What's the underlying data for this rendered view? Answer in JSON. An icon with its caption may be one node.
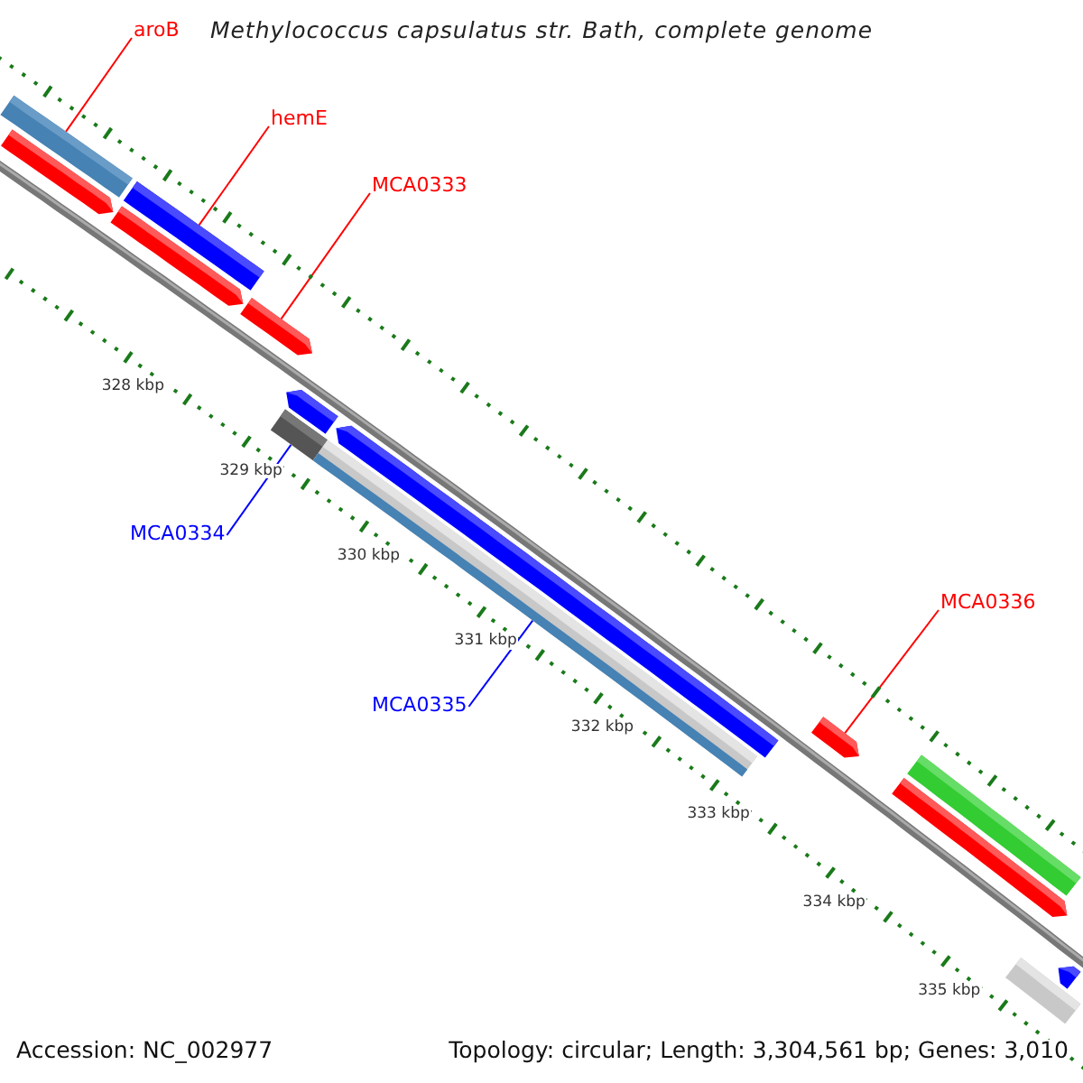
{
  "diagram": {
    "title": "Methylococcus capsulatus str. Bath, complete genome",
    "nodes": [
      {
        "text": [
          "aroB"
        ]
      },
      {
        "text": [
          "hemE"
        ]
      },
      {
        "text": [
          "MCA0333"
        ]
      },
      {
        "text": [
          "MCA0334"
        ]
      },
      {
        "text": [
          "MCA0335"
        ]
      },
      {
        "text": [
          "MCA0336"
        ]
      },
      {
        "text": [],
        "shape": "bar"
      },
      {
        "text": [],
        "shape": "bar"
      },
      {
        "text": [],
        "shape": "bar"
      },
      {
        "text": [],
        "shape": "bar"
      },
      {
        "text": [],
        "shape": "bar"
      },
      {
        "text": [],
        "shape": "bar"
      },
      {
        "text": [],
        "shape": "bar"
      },
      {
        "text": [],
        "shape": "bar"
      },
      {
        "text": [],
        "shape": "bar"
      },
      {
        "text": [],
        "shape": "bar"
      },
      {
        "text": [],
        "shape": "bar"
      },
      {
        "text": [],
        "shape": "bar"
      },
      {
        "text": [],
        "shape": "bar"
      },
      {
        "text": [],
        "shape": "bar"
      }
    ],
    "edges": [
      {
        "from": 0,
        "to": 6,
        "arrow": "none",
        "color": "#ff0000"
      },
      {
        "from": 1,
        "to": 8,
        "arrow": "none",
        "color": "#ff0000"
      },
      {
        "from": 2,
        "to": 10,
        "arrow": "none",
        "color": "#ff0000"
      },
      {
        "from": 3,
        "to": 12,
        "arrow": "none",
        "color": "#0000ff"
      },
      {
        "from": 4,
        "to": 14,
        "arrow": "none",
        "color": "#0000ff"
      },
      {
        "from": 5,
        "to": 15,
        "arrow": "none",
        "color": "#ff0000"
      }
    ],
    "labels": [
      "328 kbp",
      "329 kbp",
      "330 kbp",
      "331 kbp",
      "332 kbp",
      "333 kbp",
      "334 kbp",
      "335 kbp",
      "Accession: NC_002977",
      "Topology: circular; Length: 3,304,561 bp; Genes: 3,010"
    ]
  }
}
